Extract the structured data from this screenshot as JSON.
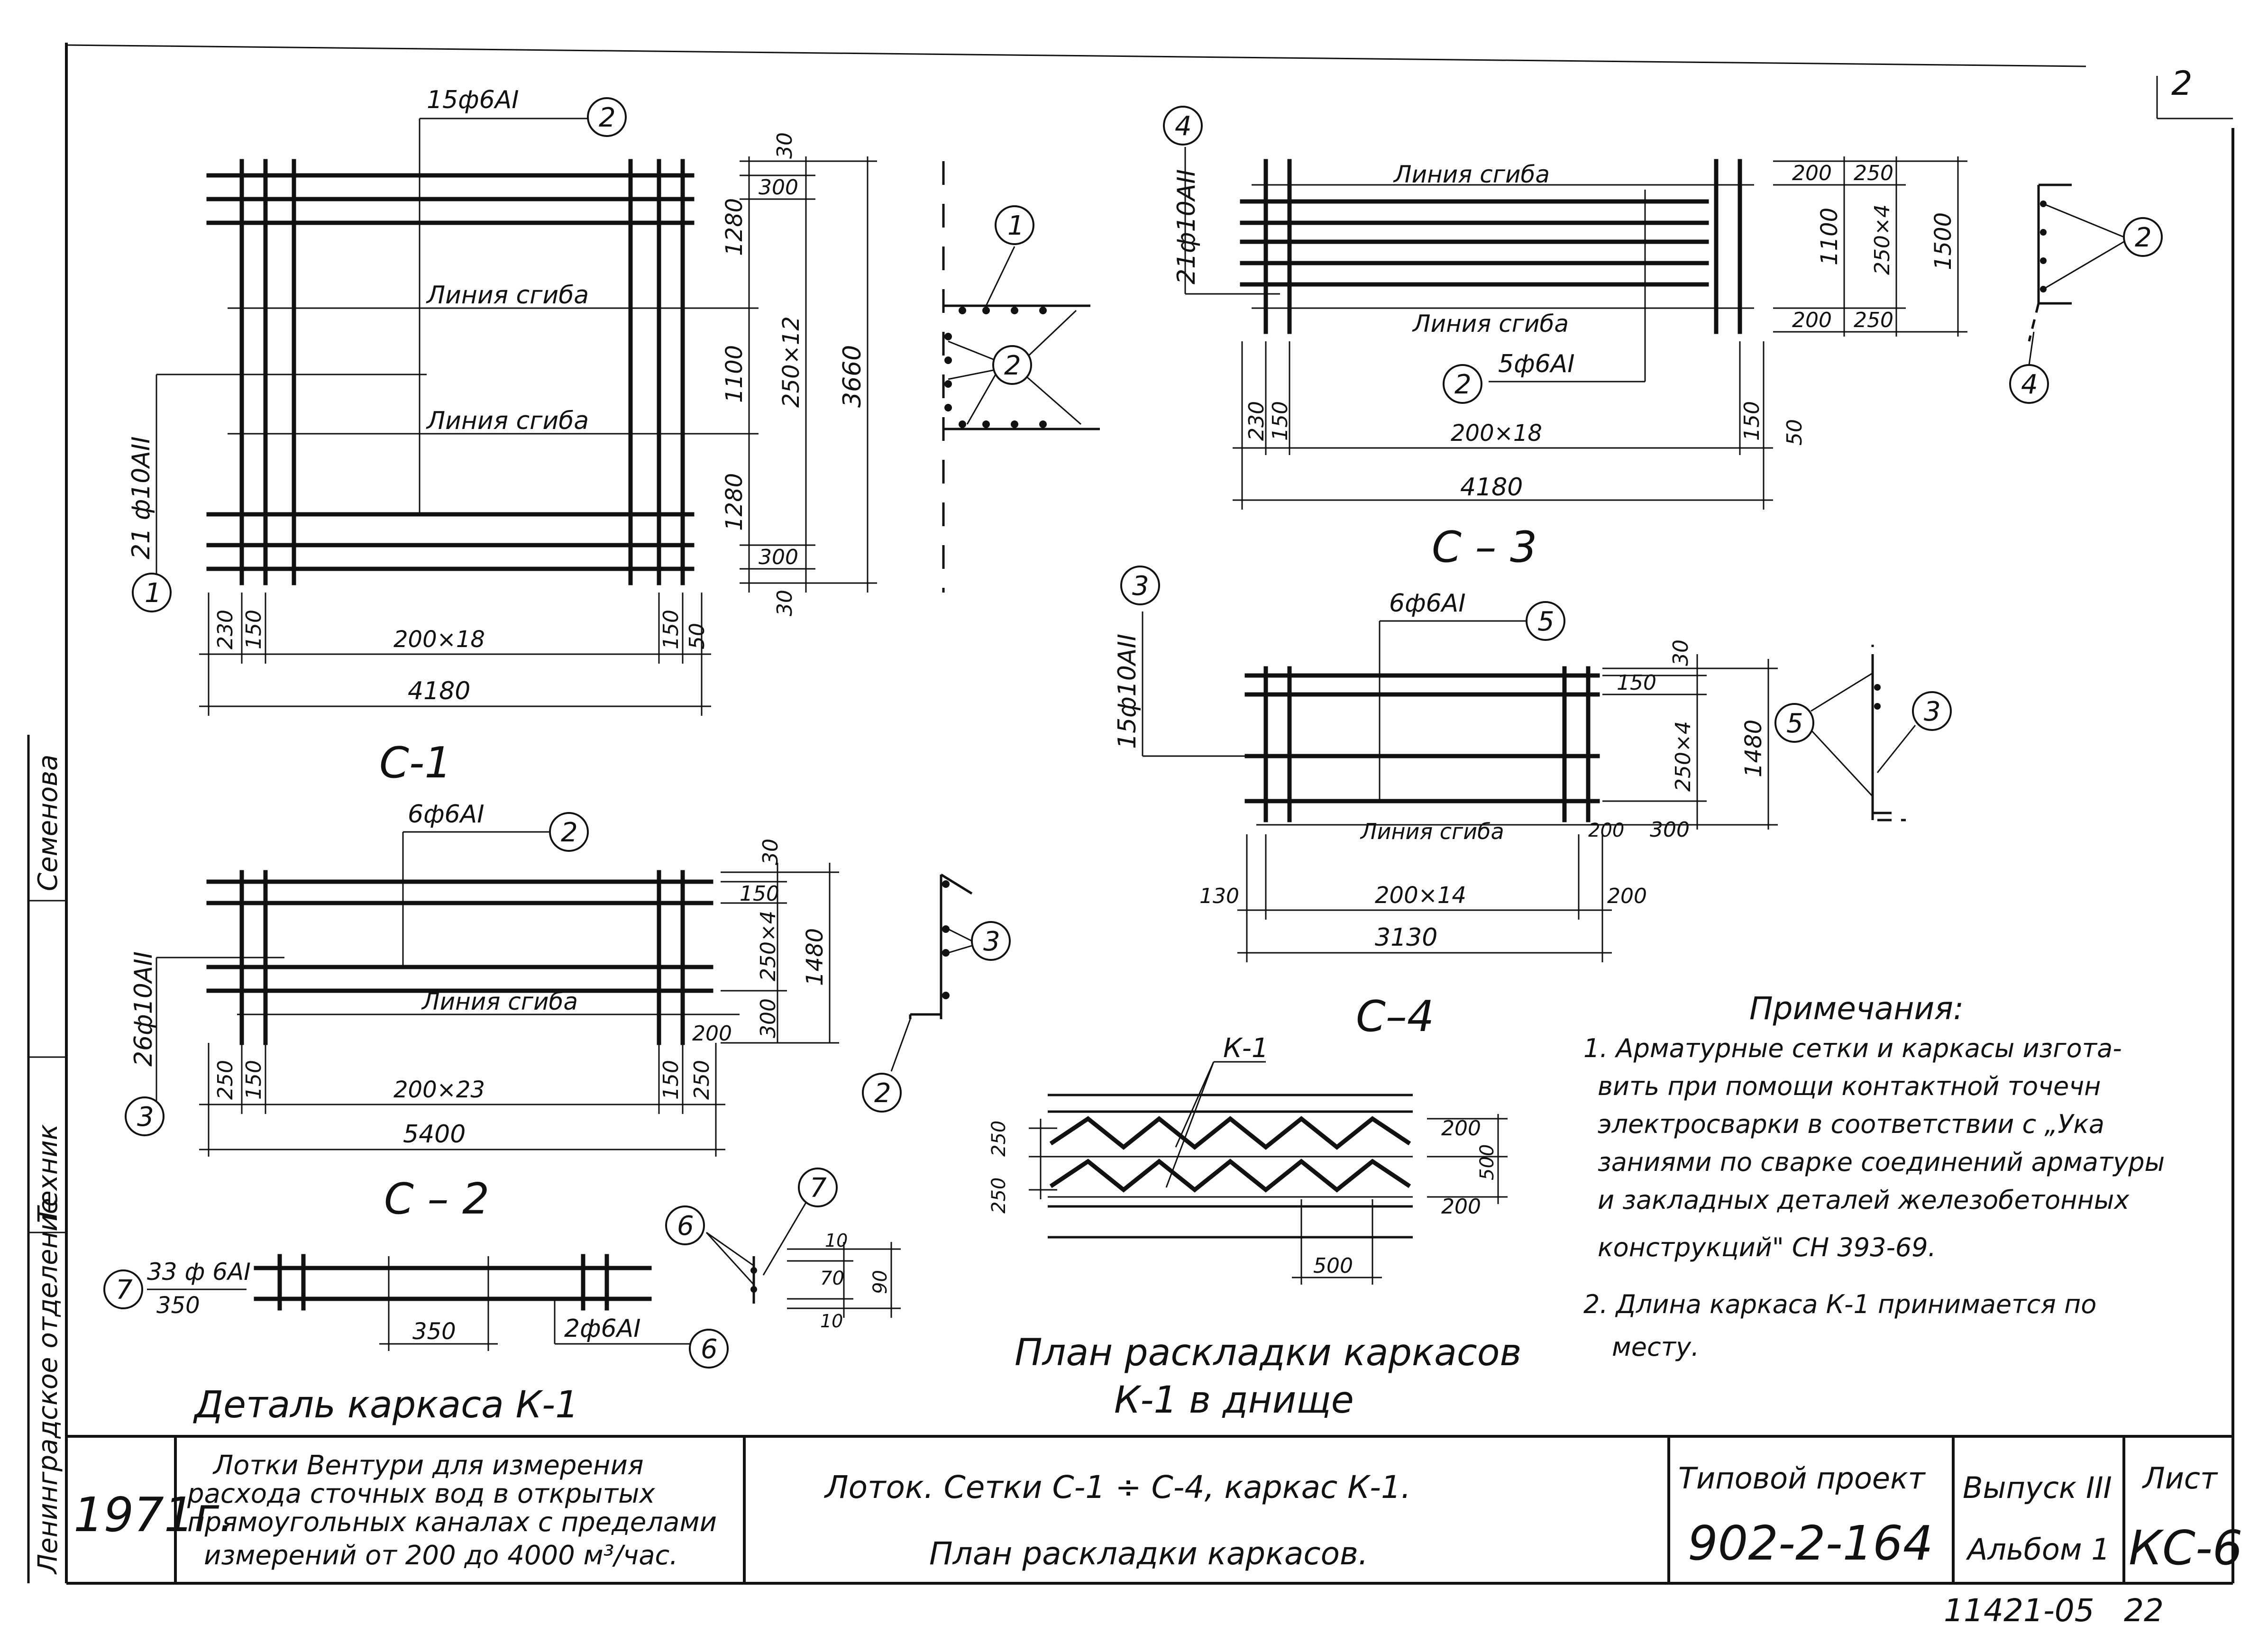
{
  "sheet_number_top": "2",
  "mesh_c1": {
    "title": "С-1",
    "top_callout": "15ф6AI",
    "left_callout": "21 ф10AII",
    "bend_lines": [
      "Линия сгиба",
      "Линия сгиба"
    ],
    "right_dims": [
      "30",
      "300",
      "1280",
      "1100",
      "250×12",
      "3660",
      "1280",
      "300",
      "30"
    ],
    "bottom_dims": [
      "230",
      "150",
      "200×18",
      "150",
      "50",
      "4180"
    ],
    "section_markers": [
      "1",
      "2"
    ]
  },
  "mesh_c2": {
    "title": "С – 2",
    "top_callout": "6ф6AI",
    "left_callout": "26ф10AII",
    "bend_line": "Линия сгиба",
    "right_dims": [
      "30",
      "150",
      "250×4",
      "1480",
      "300",
      "200"
    ],
    "bottom_dims": [
      "250",
      "150",
      "200×23",
      "150",
      "250",
      "5400"
    ],
    "section_markers": [
      "3",
      "2"
    ]
  },
  "mesh_c3": {
    "title": "С – 3",
    "top_bend": "Линия сгиба",
    "bottom_bend": "Линия сгиба",
    "left_callout": "21ф10AII",
    "bottom_callout": "5ф6AI",
    "right_dims": [
      "200",
      "250",
      "1100",
      "250×4",
      "1500",
      "200",
      "250"
    ],
    "bottom_dims": [
      "230",
      "150",
      "200×18",
      "150",
      "50",
      "4180"
    ],
    "section_markers": [
      "4",
      "2",
      "2",
      "4"
    ]
  },
  "mesh_c4": {
    "title": "С–4",
    "top_callout": "6ф6AI",
    "left_callout": "15ф10AII",
    "bend_line": "Линия сгиба",
    "right_dims": [
      "30",
      "150",
      "250×4",
      "1480",
      "200",
      "300"
    ],
    "bottom_dims": [
      "130",
      "200×14",
      "200",
      "3130"
    ],
    "section_markers": [
      "5",
      "3",
      "5"
    ]
  },
  "frame_k1": {
    "title": "Деталь каркаса К-1",
    "left_callout_top": "33 ф 6AI",
    "left_callout_bottom": "350",
    "dim_350": "350",
    "bottom_callout": "2ф6AI",
    "section_dims": [
      "10",
      "70",
      "10",
      "90"
    ],
    "markers": [
      "7",
      "6",
      "7",
      "6"
    ]
  },
  "layout_plan": {
    "title_line1": "План раскладки каркасов",
    "title_line2": "К-1 в днище",
    "label": "К-1",
    "left_dims": [
      "250",
      "250"
    ],
    "right_dims": [
      "200",
      "500",
      "200"
    ],
    "bottom_dim": "500"
  },
  "notes": {
    "heading": "Примечания:",
    "lines": [
      "1. Арматурные сетки и каркасы изгота-",
      "вить при помощи контактной точечн",
      "электросварки в соответствии с „Ука",
      "заниями по сварке соединений арматуры",
      "и закладных деталей железобетонных",
      "конструкций\" СН 393-69.",
      "2. Длина каркаса К-1 принимается по",
      "месту."
    ]
  },
  "side_stamp": {
    "org": "Ленинградское отделение",
    "role": "Техник",
    "name": "Семенова"
  },
  "title_block": {
    "year": "1971г.",
    "project_description": [
      "Лотки Вентури для измерения",
      "расхода сточных вод в открытых",
      "прямоугольных каналах с пределами",
      "измерений от 200 до 4000 м³/час."
    ],
    "drawing_title_1": "Лоток. Сетки С-1 ÷ С-4, каркас К-1.",
    "drawing_title_2": "План раскладки каркасов.",
    "typical_project_label": "Типовой проект",
    "typical_project_number": "902-2-164",
    "issue_label": "Выпуск III",
    "album_label": "Альбом 1",
    "sheet_label": "Лист",
    "sheet_code": "КС-6",
    "bottom_code": "11421-05",
    "bottom_page": "22"
  }
}
